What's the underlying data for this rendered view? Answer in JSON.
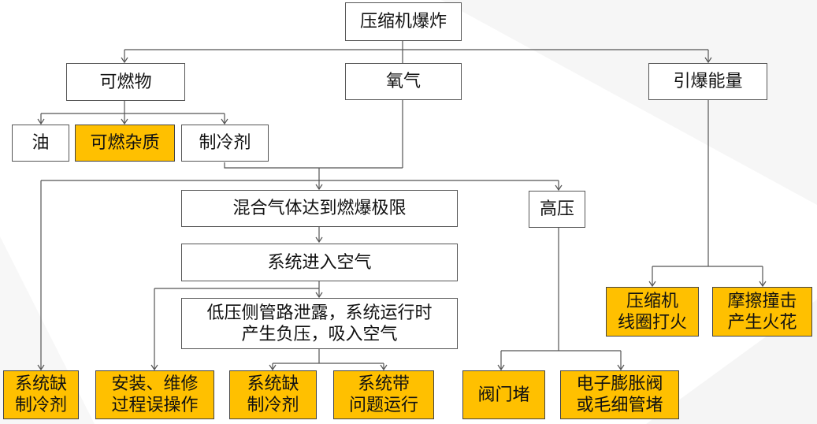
{
  "colors": {
    "highlight": "#ffc000",
    "line": "#555555",
    "background": "#ffffff"
  },
  "nodes": {
    "root": "压缩机爆炸",
    "combustible": "可燃物",
    "oxygen": "氧气",
    "ignition": "引爆能量",
    "oil": "油",
    "impurity": "可燃杂质",
    "refrigerant": "制冷剂",
    "mixture": "混合气体达到燃爆极限",
    "air_entry": "系统进入空气",
    "high_pressure": "高压",
    "leak": "低压侧管路泄露，系统运行时\n产生负压，吸入空气",
    "coil_fire": "压缩机\n线圈打火",
    "friction": "摩擦撞击\n产生火花",
    "lack_ref_1": "系统缺\n制冷剂",
    "install": "安装、维修\n过程误操作",
    "lack_ref_2": "系统缺\n制冷剂",
    "run_problem": "系统带\n问题运行",
    "valve_block": "阀门堵",
    "exp_valve": "电子膨胀阀\n或毛细管堵"
  }
}
